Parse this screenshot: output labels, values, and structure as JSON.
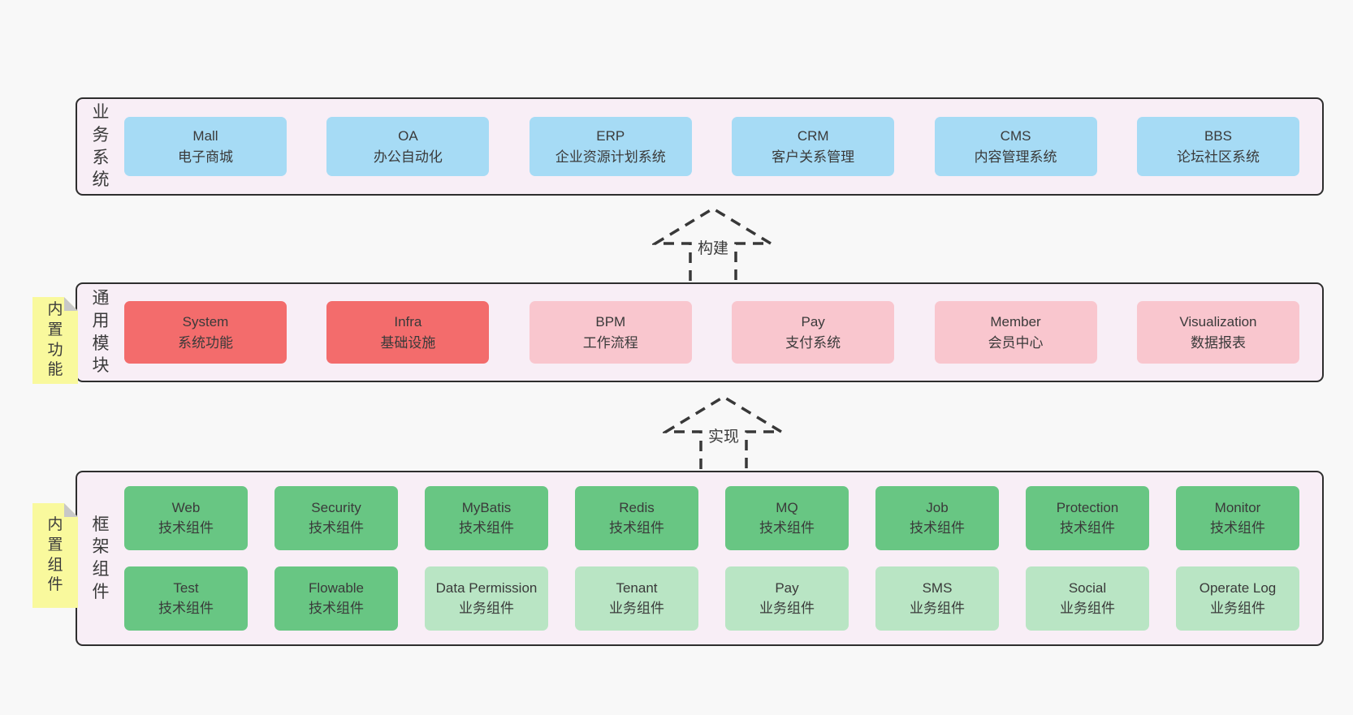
{
  "colors": {
    "page_bg": "#f8f8f8",
    "panel_bg": "#f8eef6",
    "panel_border": "#2e2e2e",
    "business_box": "#a6dbf5",
    "core_module_box": "#f36c6c",
    "optional_module_box": "#f9c6ce",
    "tech_component_box": "#68c683",
    "biz_component_box": "#b9e5c4",
    "sticky_note": "#f9f99d",
    "sticky_fold": "#c8c8c8",
    "text": "#3a3a3a"
  },
  "business_layer": {
    "label": "业\n务\n系\n统",
    "boxes": [
      {
        "title": "Mall",
        "subtitle": "电子商城"
      },
      {
        "title": "OA",
        "subtitle": "办公自动化"
      },
      {
        "title": "ERP",
        "subtitle": "企业资源计划系统"
      },
      {
        "title": "CRM",
        "subtitle": "客户关系管理"
      },
      {
        "title": "CMS",
        "subtitle": "内容管理系统"
      },
      {
        "title": "BBS",
        "subtitle": "论坛社区系统"
      }
    ]
  },
  "build_arrow": {
    "label": "构建"
  },
  "module_layer": {
    "label": "通\n用\n模\n块",
    "sticky": "内\n置\n功\n能",
    "boxes": [
      {
        "title": "System",
        "subtitle": "系统功能"
      },
      {
        "title": "Infra",
        "subtitle": "基础设施"
      },
      {
        "title": "BPM",
        "subtitle": "工作流程"
      },
      {
        "title": "Pay",
        "subtitle": "支付系统"
      },
      {
        "title": "Member",
        "subtitle": "会员中心"
      },
      {
        "title": "Visualization",
        "subtitle": "数据报表"
      }
    ]
  },
  "implement_arrow": {
    "label": "实现"
  },
  "component_layer": {
    "label": "框\n架\n组\n件",
    "sticky": "内\n置\n组\n件",
    "row1": [
      {
        "title": "Web",
        "subtitle": "技术组件"
      },
      {
        "title": "Security",
        "subtitle": "技术组件"
      },
      {
        "title": "MyBatis",
        "subtitle": "技术组件"
      },
      {
        "title": "Redis",
        "subtitle": "技术组件"
      },
      {
        "title": "MQ",
        "subtitle": "技术组件"
      },
      {
        "title": "Job",
        "subtitle": "技术组件"
      },
      {
        "title": "Protection",
        "subtitle": "技术组件"
      },
      {
        "title": "Monitor",
        "subtitle": "技术组件"
      }
    ],
    "row2": [
      {
        "title": "Test",
        "subtitle": "技术组件"
      },
      {
        "title": "Flowable",
        "subtitle": "技术组件"
      },
      {
        "title": "Data Permission",
        "subtitle": "业务组件"
      },
      {
        "title": "Tenant",
        "subtitle": "业务组件"
      },
      {
        "title": "Pay",
        "subtitle": "业务组件"
      },
      {
        "title": "SMS",
        "subtitle": "业务组件"
      },
      {
        "title": "Social",
        "subtitle": "业务组件"
      },
      {
        "title": "Operate Log",
        "subtitle": "业务组件"
      }
    ]
  }
}
